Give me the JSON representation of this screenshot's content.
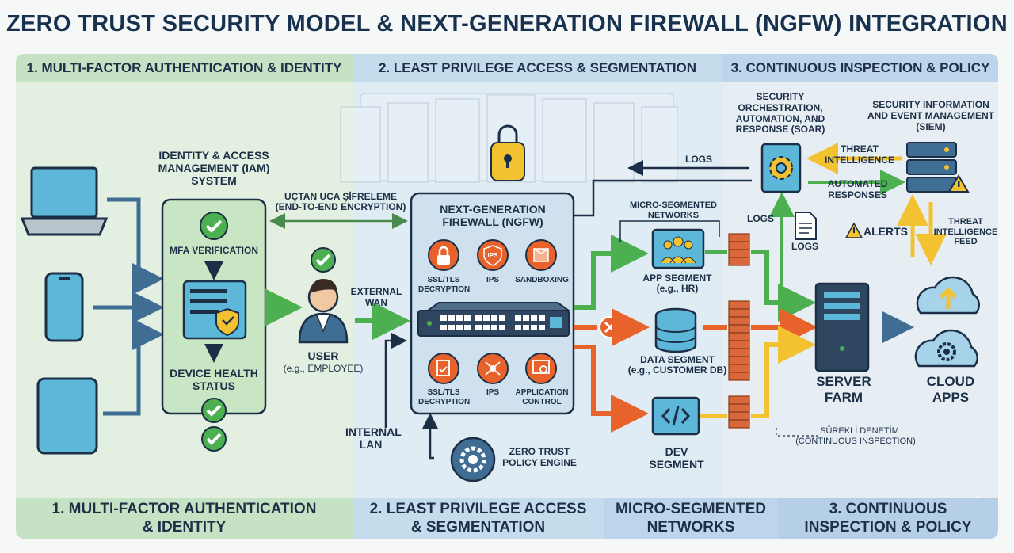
{
  "title": "ZERO TRUST SECURITY MODEL & NEXT-GENERATION FIREWALL (NGFW) INTEGRATION",
  "zones": {
    "header_1": "1. MULTI-FACTOR AUTHENTICATION & IDENTITY",
    "header_2": "2. LEAST PRIVILEGE ACCESS & SEGMENTATION",
    "header_3": "3. CONTINUOUS INSPECTION & POLICY",
    "footer_1": "1. MULTI-FACTOR AUTHENTICATION & IDENTITY",
    "footer_2": "2. LEAST PRIVILEGE ACCESS & SEGMENTATION",
    "footer_3": "MICRO-SEGMENTED NETWORKS",
    "footer_4": "3. CONTINUOUS INSPECTION & POLICY"
  },
  "iam": {
    "title": "IDENTITY & ACCESS MANAGEMENT (IAM) SYSTEM",
    "mfa": "MFA VERIFICATION",
    "device_health": "DEVICE HEALTH STATUS"
  },
  "user": {
    "label": "USER",
    "sub": "(e.g., EMPLOYEE)"
  },
  "encryption": {
    "line1": "UÇTAN UCA ŞİFRELEME",
    "line2": "(END-TO-END ENCRYPTION)"
  },
  "external_wan": "EXTERNAL WAN",
  "internal_lan": "INTERNAL LAN",
  "ngfw": {
    "title": "NEXT-GENERATION FIREWALL (NGFW)",
    "top_features": [
      "SSL/TLS DECRYPTION",
      "IPS",
      "SANDBOXING"
    ],
    "bottom_features": [
      "SSL/TLS DECRYPTION",
      "IPS",
      "APPLICATION CONTROL"
    ],
    "icon_ips": "IPS"
  },
  "policy_engine": "ZERO TRUST POLICY ENGINE",
  "logs": {
    "top": "LOGS",
    "mid": "LOGS",
    "doc": "LOGS"
  },
  "micro_networks": "MICRO-SEGMENTED NETWORKS",
  "segments": {
    "app": {
      "label": "APP SEGMENT",
      "sub": "(e.g., HR)"
    },
    "data": {
      "label": "DATA SEGMENT",
      "sub": "(e.g., CUSTOMER DB)"
    },
    "dev": {
      "label": "DEV SEGMENT"
    }
  },
  "soar": "SECURITY ORCHESTRATION, AUTOMATION, AND RESPONSE (SOAR)",
  "siem": "SECURITY INFORMATION AND EVENT MANAGEMENT (SIEM)",
  "threat_intel": "THREAT INTELLIGENCE",
  "automated_responses": "AUTOMATED RESPONSES",
  "alerts": "ALERTS",
  "threat_feed": "THREAT INTELLIGENCE FEED",
  "server_farm": "SERVER FARM",
  "cloud_apps": "CLOUD APPS",
  "continuous": {
    "line1": "SÜREKLİ DENETİM",
    "line2": "(CONTINUOUS INSPECTION)"
  },
  "colors": {
    "green": "#4caf50",
    "blue": "#3f6d93",
    "orange": "#e8622c",
    "yellow": "#f2c230",
    "navy": "#1d2f46"
  }
}
